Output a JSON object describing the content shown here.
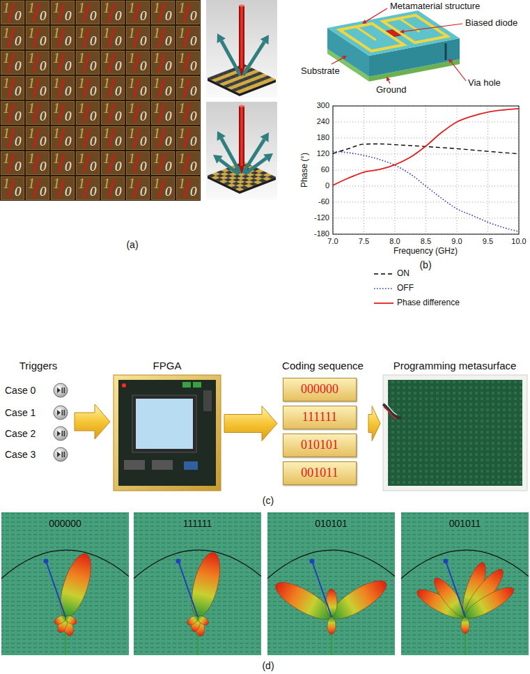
{
  "diagram": {
    "nodes": [
      {
        "text": [
          "Triggers",
          "Case 0",
          "Case 1",
          "Case 2",
          "Case 3"
        ]
      },
      {
        "text": [
          "FPGA"
        ]
      },
      {
        "text": [
          "Coding sequence"
        ]
      },
      {
        "text": [
          "000000"
        ],
        "in": 2
      },
      {
        "text": [
          "111111"
        ],
        "in": 2
      },
      {
        "text": [
          "010101"
        ],
        "in": 2
      },
      {
        "text": [
          "001011"
        ],
        "in": 2
      },
      {
        "text": [
          "Programming metasurface"
        ]
      },
      {
        "text": [
          "000000"
        ]
      },
      {
        "text": [
          "111111"
        ]
      },
      {
        "text": [
          "010101"
        ]
      },
      {
        "text": [
          "001011"
        ]
      }
    ],
    "edges": [
      {
        "from": 0,
        "to": 1,
        "arrow": "to"
      },
      {
        "from": 1,
        "to": 2,
        "arrow": "to"
      },
      {
        "from": 2,
        "to": 7,
        "arrow": "to"
      }
    ],
    "labels": [
      "1",
      "0",
      "1",
      "0",
      "1",
      "0",
      "1",
      "0",
      "1",
      "0",
      "1",
      "0",
      "1",
      "0",
      "1",
      "0",
      "1",
      "0",
      "1",
      "0",
      "1",
      "0",
      "1",
      "0",
      "1",
      "0",
      "1",
      "0",
      "1",
      "0",
      "1",
      "0",
      "1",
      "0",
      "1",
      "0",
      "1",
      "0",
      "1",
      "0",
      "1",
      "0",
      "1",
      "0",
      "1",
      "0",
      "1",
      "0",
      "1",
      "0",
      "1",
      "0",
      "1",
      "0",
      "1",
      "0",
      "1",
      "0",
      "1",
      "0",
      "1",
      "0",
      "1",
      "0",
      "1",
      "0",
      "1",
      "0",
      "1",
      "0",
      "1",
      "0",
      "1",
      "0",
      "1",
      "0",
      "1",
      "0",
      "1",
      "0",
      "1",
      "0",
      "1",
      "0",
      "1",
      "0",
      "1",
      "0",
      "1",
      "0",
      "1",
      "0",
      "1",
      "0",
      "1",
      "0",
      "1",
      "0",
      "1",
      "0",
      "1",
      "0",
      "1",
      "0",
      "1",
      "0",
      "1",
      "0",
      "1",
      "0",
      "1",
      "0",
      "1",
      "0",
      "1",
      "0",
      "1",
      "0",
      "1",
      "0",
      "1",
      "0",
      "1",
      "0",
      "1",
      "0",
      "1",
      "0",
      "Metamaterial structure",
      "Biased diode",
      "Substrate",
      "Ground",
      "Via hole",
      "300",
      "240",
      "180",
      "120",
      "60",
      "0",
      "-60",
      "-120",
      "-180",
      "7.0",
      "7.5",
      "8.0",
      "8.5",
      "9.0",
      "9.5",
      "10.0",
      "Phase (°)",
      "Frequency (GHz)",
      "(a)",
      "(b)",
      "(c)",
      "(d)"
    ],
    "legend": [
      {
        "text": "ON"
      },
      {
        "text": "OFF"
      },
      {
        "text": "Phase difference"
      }
    ]
  }
}
